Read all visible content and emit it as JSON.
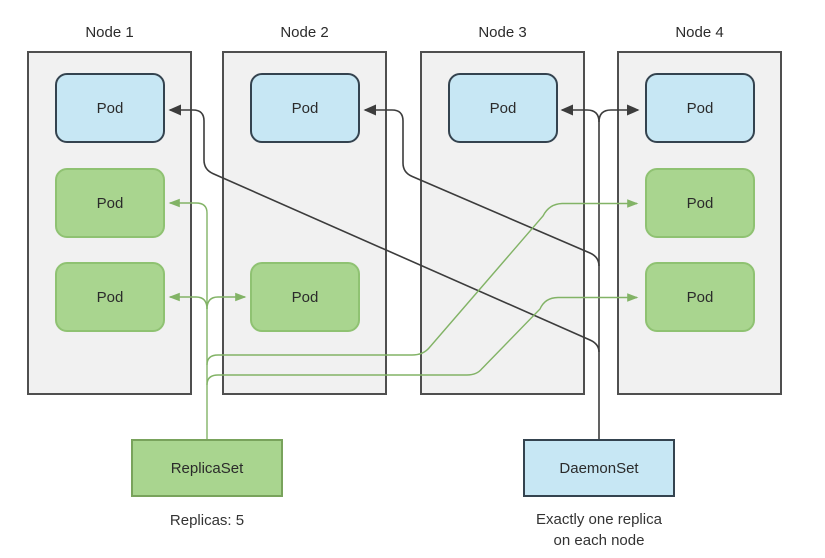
{
  "nodes": [
    {
      "label": "Node 1",
      "pods": [
        {
          "label": "Pod",
          "type": "blue"
        },
        {
          "label": "Pod",
          "type": "green"
        },
        {
          "label": "Pod",
          "type": "green"
        }
      ]
    },
    {
      "label": "Node 2",
      "pods": [
        {
          "label": "Pod",
          "type": "blue"
        },
        {
          "label": "Pod",
          "type": "green"
        }
      ]
    },
    {
      "label": "Node 3",
      "pods": [
        {
          "label": "Pod",
          "type": "blue"
        }
      ]
    },
    {
      "label": "Node 4",
      "pods": [
        {
          "label": "Pod",
          "type": "blue"
        },
        {
          "label": "Pod",
          "type": "green"
        },
        {
          "label": "Pod",
          "type": "green"
        }
      ]
    }
  ],
  "replicaset": {
    "label": "ReplicaSet",
    "caption": "Replicas: 5"
  },
  "daemonset": {
    "label": "DaemonSet",
    "caption_line1": "Exactly one replica",
    "caption_line2": "on each node"
  },
  "colors": {
    "background": "#ffffff",
    "node_fill": "#f1f1f1",
    "node_border": "#4f4f4f",
    "blue_pod_fill": "#c7e7f4",
    "blue_pod_border": "#34434f",
    "green_pod_fill": "#a9d58f",
    "green_pod_border": "#8fc272",
    "daemonset_line": "#3c3c3c",
    "replicaset_line": "#82b366",
    "text": "#2b2b2b"
  },
  "connections": {
    "daemonset_to": [
      "Node 1 blue Pod",
      "Node 2 blue Pod",
      "Node 3 blue Pod",
      "Node 4 blue Pod"
    ],
    "replicaset_to": [
      "Node 1 middle Pod",
      "Node 1 bottom Pod",
      "Node 2 Pod",
      "Node 4 middle Pod",
      "Node 4 bottom Pod"
    ]
  }
}
